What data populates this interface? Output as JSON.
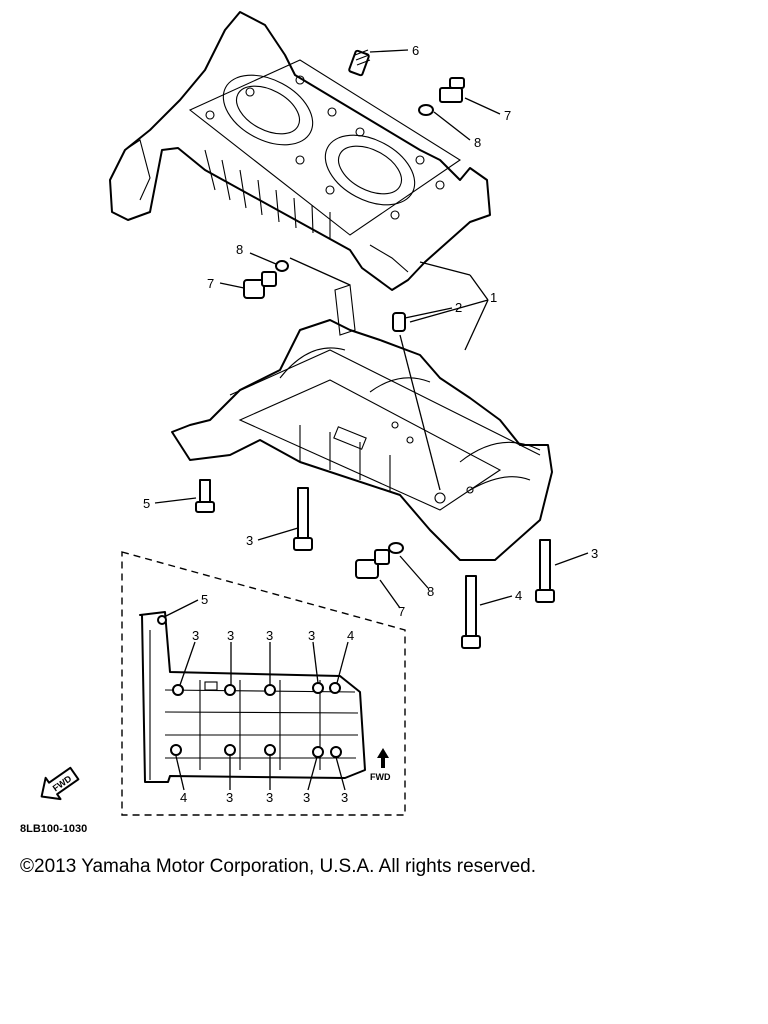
{
  "diagram": {
    "callouts": {
      "c1": "1",
      "c2": "2",
      "c3a": "3",
      "c3b": "3",
      "c4": "4",
      "c5": "5",
      "c6": "6",
      "c7a": "7",
      "c7b": "7",
      "c7c": "7",
      "c8a": "8",
      "c8b": "8",
      "c8c": "8"
    },
    "inset": {
      "top": [
        "5",
        "3",
        "3",
        "3",
        "3",
        "4"
      ],
      "bottom": [
        "4",
        "3",
        "3",
        "3",
        "3"
      ],
      "fwd": "FWD",
      "fwd_badge": "FWD"
    },
    "code": "8LB100-1030"
  },
  "footer": {
    "copyright": "©2013 Yamaha Motor Corporation, U.S.A. All rights reserved."
  }
}
